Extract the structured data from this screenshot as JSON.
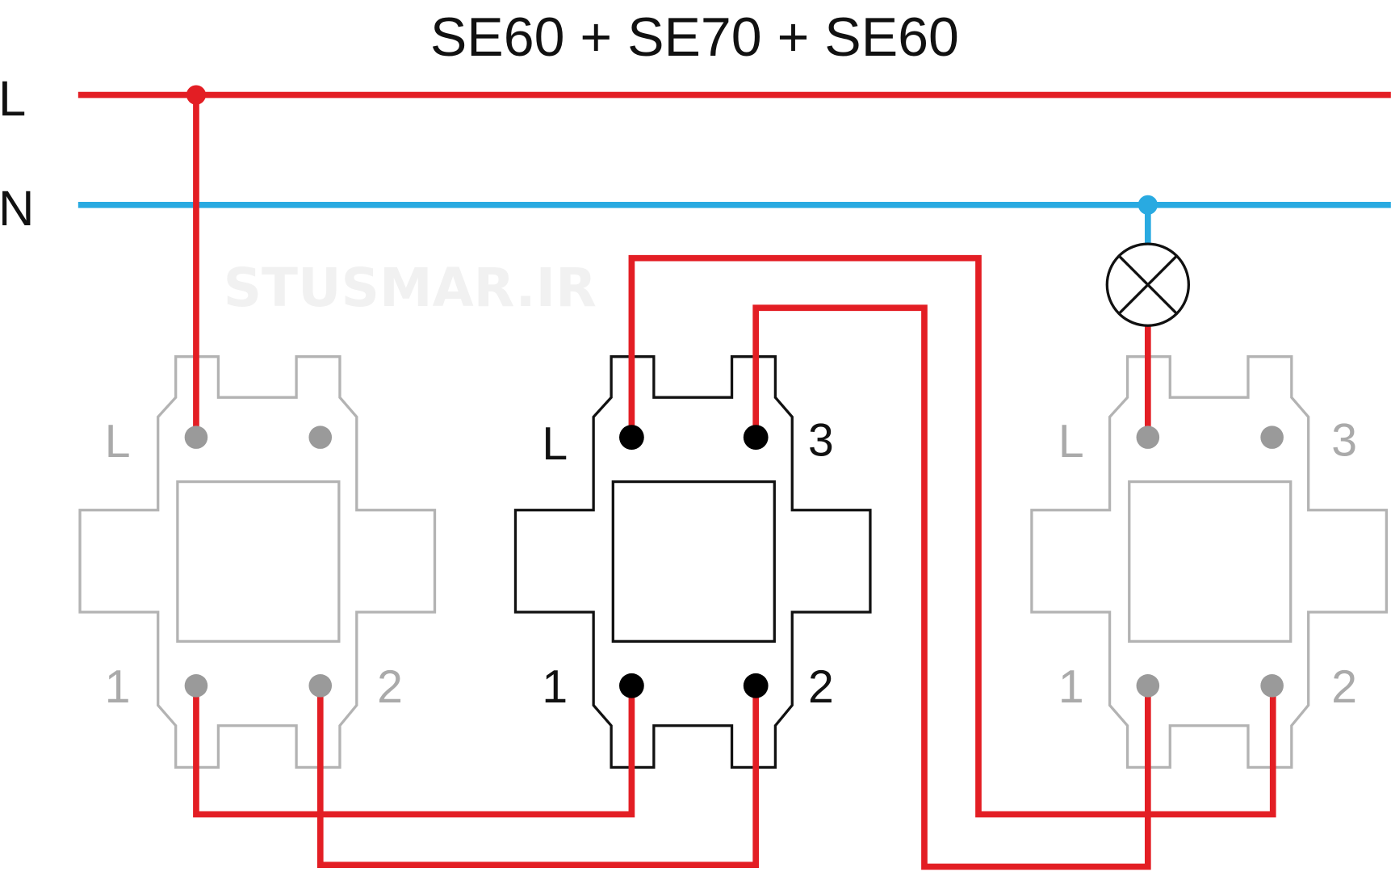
{
  "title": "SE60 + SE70 + SE60",
  "watermark": "STUSMAR.IR",
  "buses": {
    "live": {
      "label": "L",
      "color": "#e31e24"
    },
    "neutral": {
      "label": "N",
      "color": "#29aae1"
    }
  },
  "modules": [
    {
      "name": "SE60",
      "state": "inactive",
      "color": "#b3b3b3",
      "terminal_color": "#9a9a9a",
      "labels": {
        "L": "L",
        "one": "1",
        "two": "2"
      }
    },
    {
      "name": "SE70",
      "state": "active",
      "color": "#111111",
      "terminal_color": "#000000",
      "labels": {
        "L": "L",
        "three": "3",
        "one": "1",
        "two": "2"
      }
    },
    {
      "name": "SE60",
      "state": "inactive",
      "color": "#b3b3b3",
      "terminal_color": "#9a9a9a",
      "labels": {
        "L": "L",
        "three": "3",
        "one": "1",
        "two": "2"
      }
    }
  ],
  "lamp": {
    "icon": "lamp-icon"
  }
}
